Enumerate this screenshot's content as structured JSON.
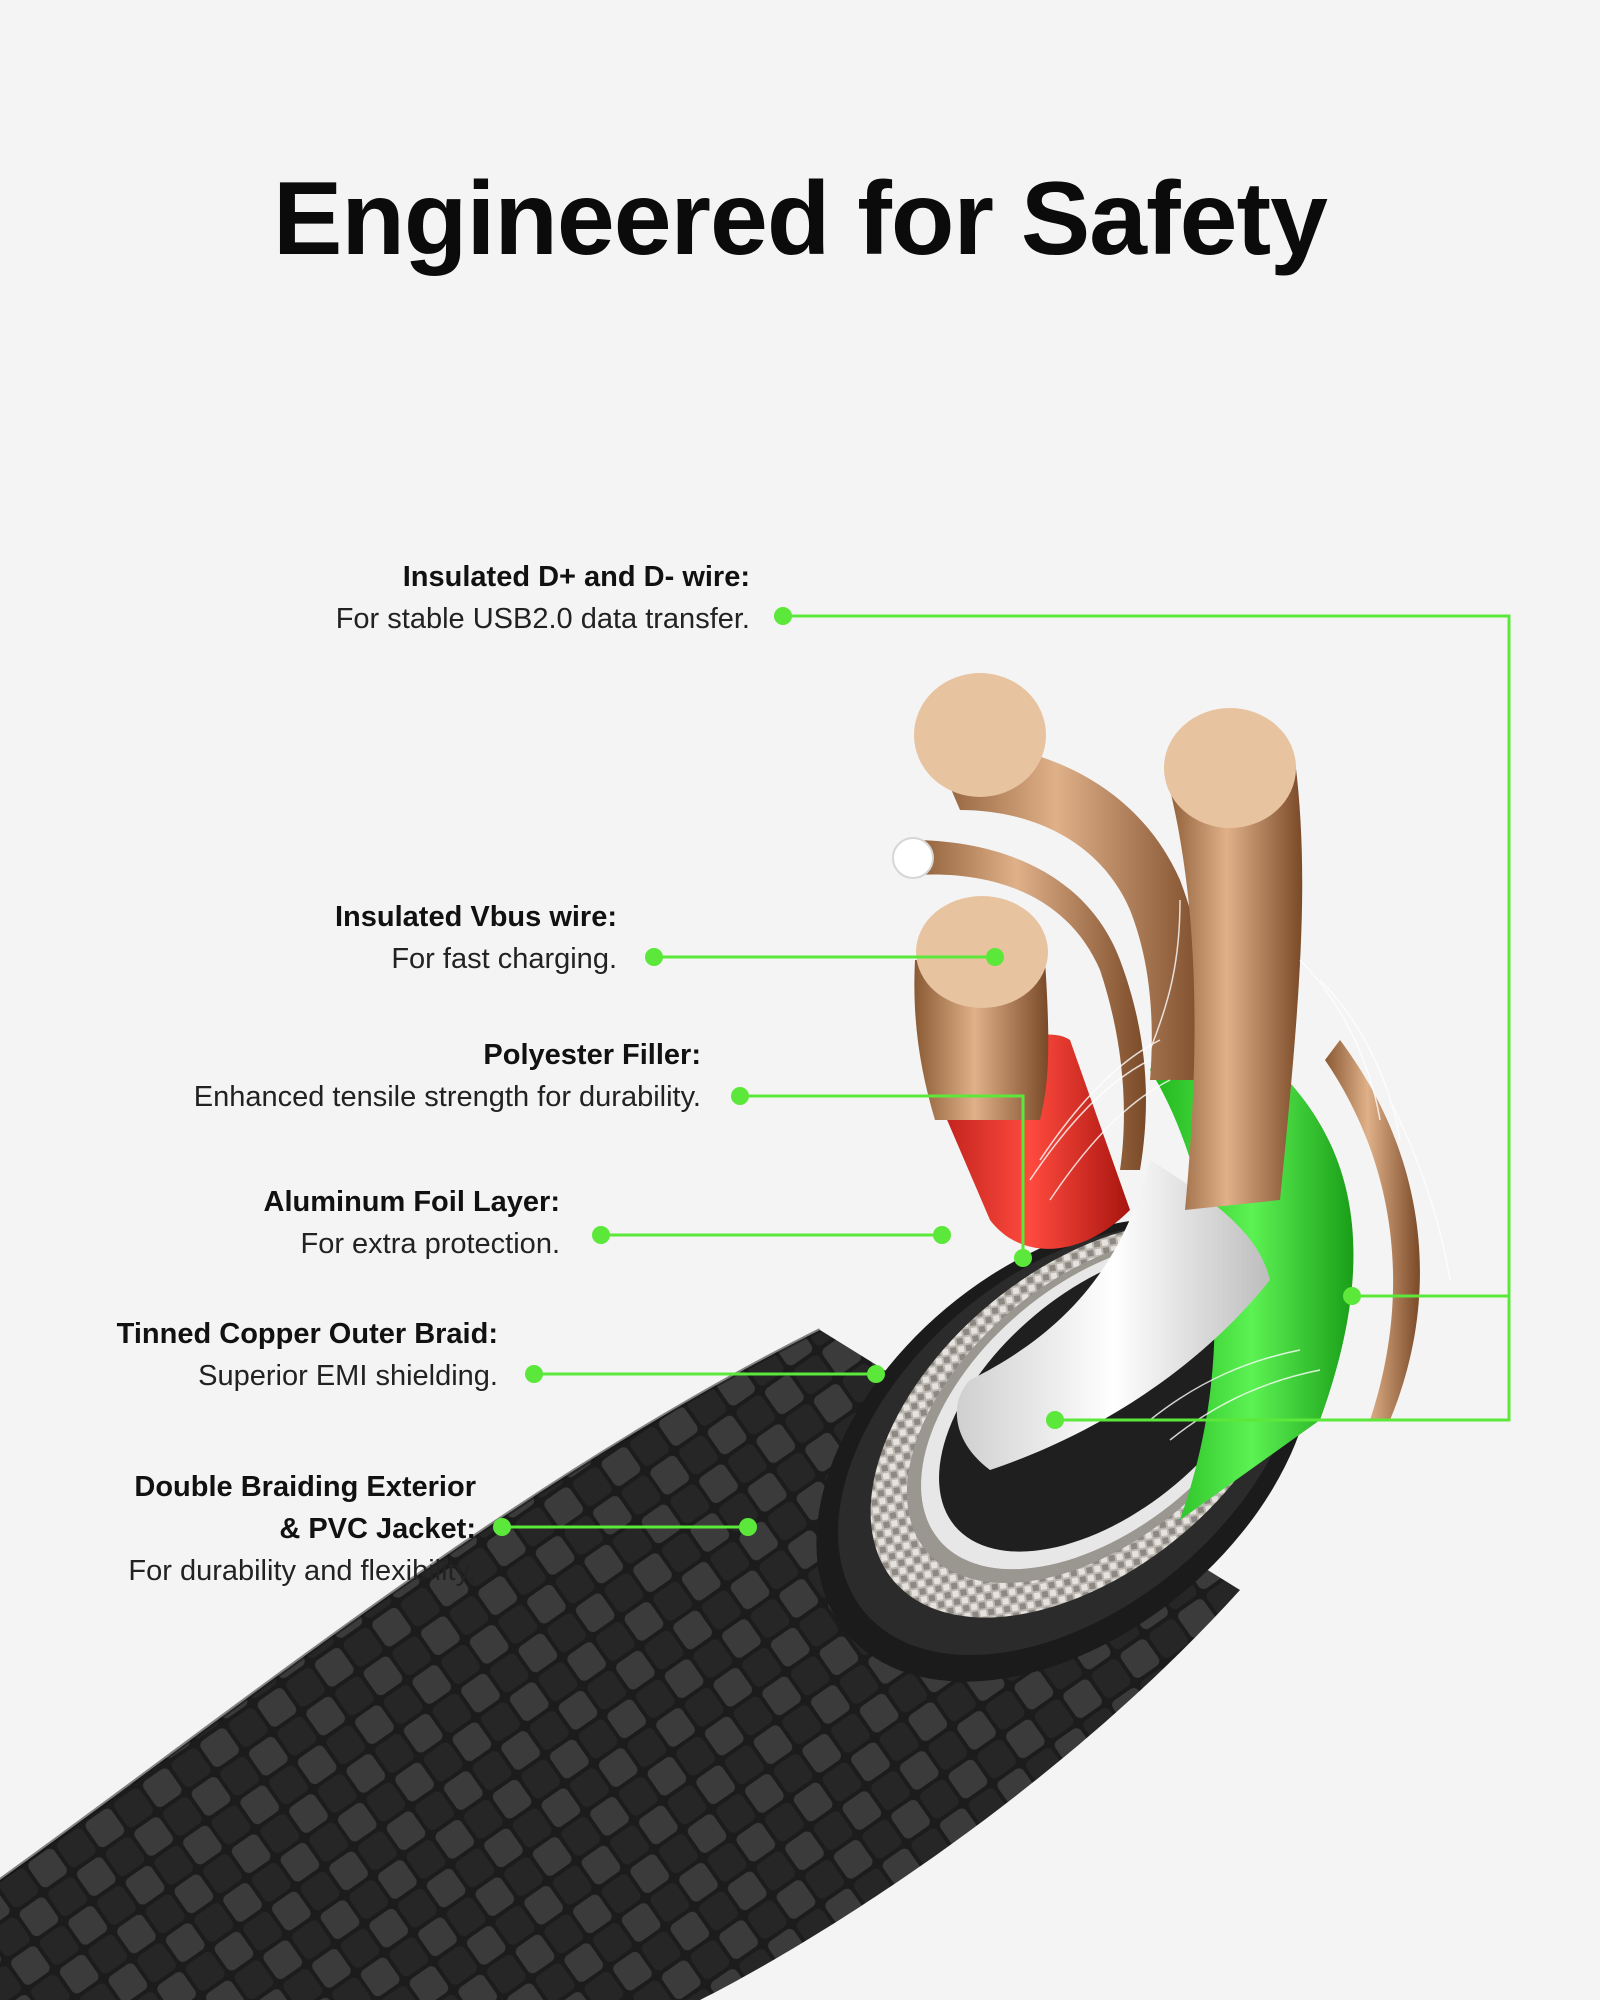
{
  "title": "Engineered for Safety",
  "callouts": [
    {
      "heading": "Insulated D+ and D- wire:",
      "description": "For stable USB2.0 data transfer."
    },
    {
      "heading": "Insulated Vbus wire:",
      "description": "For fast charging."
    },
    {
      "heading": "Polyester Filler:",
      "description": "Enhanced tensile strength for durability."
    },
    {
      "heading": "Aluminum Foil Layer:",
      "description": "For extra protection."
    },
    {
      "heading": "Tinned Copper Outer Braid:",
      "description": "Superior EMI shielding."
    },
    {
      "heading_line1": "Double Braiding Exterior",
      "heading_line2": "& PVC Jacket:",
      "description": "For durability and flexibility."
    }
  ],
  "colors": {
    "background": "#f4f4f4",
    "accent_green": "#5be83a",
    "wire_red": "#e8302a",
    "wire_green": "#3ee03a",
    "copper": "#c98f5e",
    "braid_dark": "#2a2a2a"
  }
}
